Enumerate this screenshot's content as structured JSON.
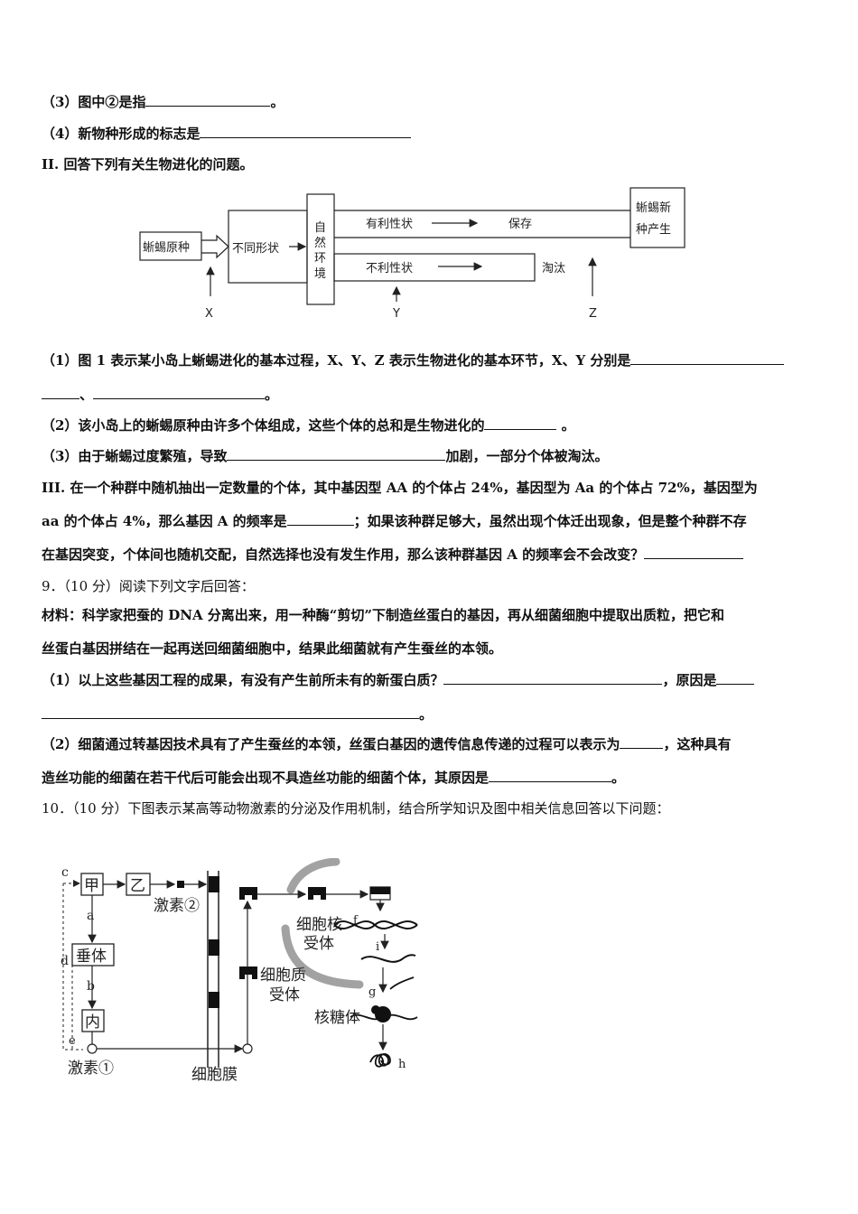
{
  "lines": {
    "l1": "（3）图中②是指",
    "l1_end": "。",
    "l2": "（4）新物种形成的标志是",
    "l3": "II. 回答下列有关生物进化的问题。",
    "l4": "（1）图 1 表示某小岛上蜥蜴进化的基本过程，X、Y、Z 表示生物进化的基本环节，X、Y 分别是",
    "l5_mid": "、",
    "l5_end": "。",
    "l6": "（2）该小岛上的蜥蜴原种由许多个体组成，这些个体的总和是生物进化的",
    "l6_end": " 。",
    "l7a": "（3）由于蜥蜴过度繁殖，导致",
    "l7b": "加剧，一部分个体被淘汰。",
    "l8": "III. 在一个种群中随机抽出一定数量的个体，其中基因型 AA 的个体占 24%，基因型为 Aa 的个体占 72%，基因型为",
    "l9a": "aa 的个体占 4%，那么基因 A 的频率是",
    "l9b": "；如果该种群足够大，虽然出现个体迁出现象，但是整个种群不存",
    "l10": "在基因突变，个体间也随机交配，自然选择也没有发生作用，那么该种群基因 A 的频率会不会改变？",
    "q9": "9．（10 分）阅读下列文字后回答：",
    "m1": "材料：科学家把蚕的 DNA 分离出来，用一种酶“剪切”下制造丝蛋白的基因，再从细菌细胞中提取出质粒，把它和",
    "m2": "丝蛋白基因拼结在一起再送回细菌细胞中，结果此细菌就有产生蚕丝的本领。",
    "q9_1a": "（1）以上这些基因工程的成果，有没有产生前所未有的新蛋白质？",
    "q9_1b": "，原因是",
    "q9_1c": "。",
    "q9_2a": "（2）细菌通过转基因技术具有了产生蚕丝的本领，丝蛋白基因的遗传信息传递的过程可以表示为",
    "q9_2b": "，这种具有",
    "q9_3a": "造丝功能的细菌在若干代后可能会出现不具造丝功能的细菌个体，其原因是",
    "q9_3b": "。",
    "q10": "10．（10 分）下图表示某高等动物激素的分泌及作用机制，结合所学知识及图中相关信息回答以下问题："
  },
  "diagram1": {
    "ancestor": "蜥蜴原种",
    "traits": "不同形状",
    "env": [
      "自",
      "然",
      "环",
      "境"
    ],
    "good": "有利性状",
    "keep": "保存",
    "bad": "不利性状",
    "elim": "淘汰",
    "new": [
      "蜥蜴新",
      "种产生"
    ],
    "x": "X",
    "y": "Y",
    "z": "Z"
  },
  "diagram2": {
    "jia": "甲",
    "yi": "乙",
    "chuiti": "垂体",
    "nei": "内",
    "a": "a",
    "b": "b",
    "c": "c",
    "d": "d",
    "e": "e",
    "f": "f",
    "g": "g",
    "h": "h",
    "i": "i",
    "hormone2": "激素②",
    "hormone1": "激素①",
    "membrane": "细胞膜",
    "nuc_receptor": [
      "细胞核",
      "受体"
    ],
    "cyto_receptor": [
      "细胞质",
      "受体"
    ],
    "ribosome": "核糖体"
  }
}
